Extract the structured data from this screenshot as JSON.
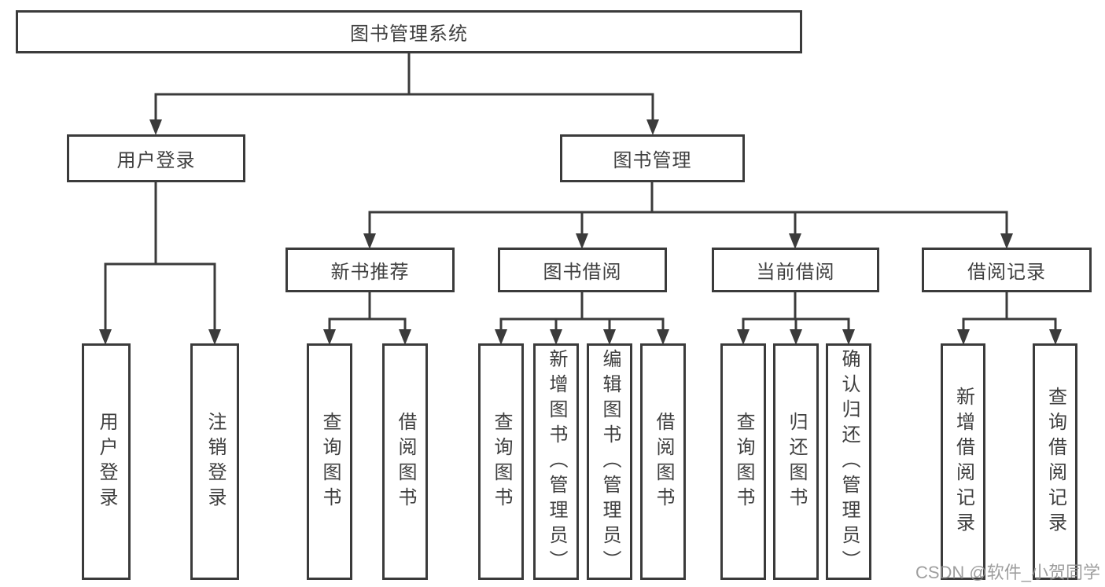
{
  "diagram_type": "hierarchy-tree",
  "tree": {
    "label": "图书管理系统",
    "children": [
      {
        "label": "用户登录",
        "children": [
          {
            "label": "用户登录"
          },
          {
            "label": "注销登录"
          }
        ]
      },
      {
        "label": "图书管理",
        "children": [
          {
            "label": "新书推荐",
            "children": [
              {
                "label": "查询图书"
              },
              {
                "label": "借阅图书"
              }
            ]
          },
          {
            "label": "图书借阅",
            "children": [
              {
                "label": "查询图书"
              },
              {
                "label": "新增图书（管理员）"
              },
              {
                "label": "编辑图书（管理员）"
              },
              {
                "label": "借阅图书"
              }
            ]
          },
          {
            "label": "当前借阅",
            "children": [
              {
                "label": "查询图书"
              },
              {
                "label": "归还图书"
              },
              {
                "label": "确认归还（管理员）"
              }
            ]
          },
          {
            "label": "借阅记录",
            "children": [
              {
                "label": "新增借阅记录"
              },
              {
                "label": "查询借阅记录"
              }
            ]
          }
        ]
      }
    ]
  },
  "watermark": {
    "text": "CSDN @软件_小贺同学"
  },
  "colors": {
    "line": "#3b3b3b",
    "box_border": "#3b3b3b",
    "text": "#3f3f3f",
    "watermark": "#949494",
    "background": "#ffffff"
  }
}
